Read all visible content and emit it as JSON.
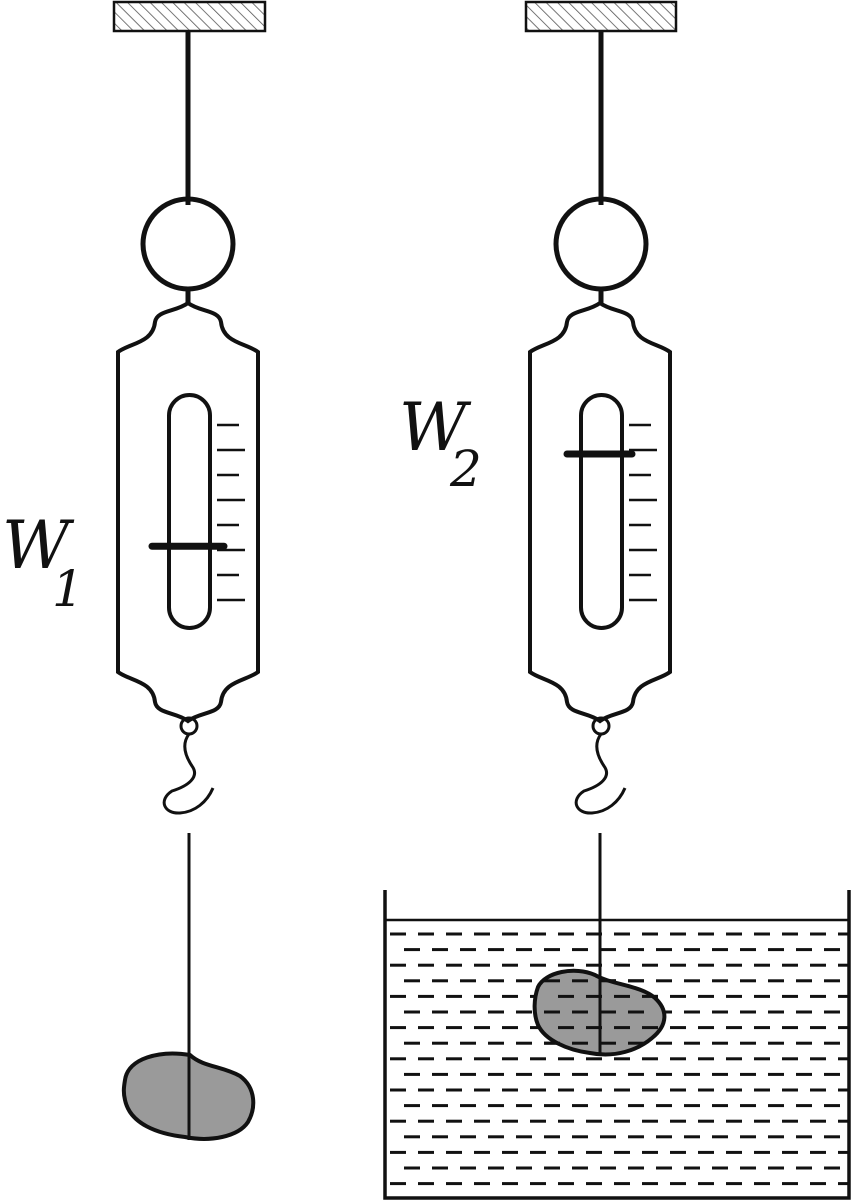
{
  "labels": {
    "w1_main": "W",
    "w1_sub": "1",
    "w2_main": "W",
    "w2_sub": "2"
  },
  "scales": [
    {
      "id": "left",
      "reading_label": "W1",
      "pointer_level": 0.65,
      "tick_count": 8,
      "immersed": false
    },
    {
      "id": "right",
      "reading_label": "W2",
      "pointer_level": 0.24,
      "tick_count": 8,
      "immersed": true
    }
  ],
  "colors": {
    "stroke": "#111111",
    "stone_fill": "#9a9a9a",
    "ceiling_hatch": "#555555",
    "background": "#ffffff"
  },
  "icons": [
    "ceiling-mount-icon",
    "spring-scale-icon",
    "hook-icon",
    "stone-icon",
    "water-tank-icon"
  ]
}
